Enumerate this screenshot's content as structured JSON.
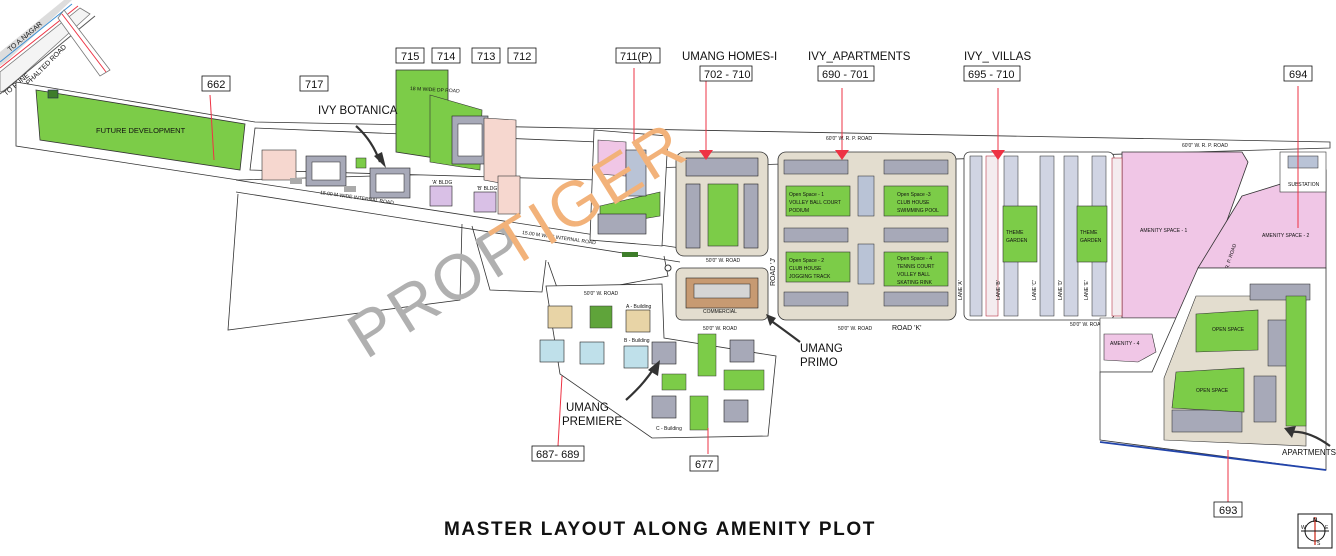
{
  "title": "MASTER  LAYOUT ALONG AMENITY PLOT",
  "watermark": {
    "part1": "PROP",
    "part2": "TIGER"
  },
  "plot_numbers": {
    "p662": "662",
    "p717": "717",
    "p715": "715",
    "p714": "714",
    "p713": "713",
    "p712": "712",
    "p711": "711(P)",
    "p702": "702 - 710",
    "p690": "690 - 701",
    "p695": "695 - 710",
    "p694": "694",
    "p687": "687- 689",
    "p677": "677",
    "p693": "693"
  },
  "projects": {
    "ivy_botanica": "IVY BOTANICA",
    "umang_homes": "UMANG HOMES-I",
    "ivy_apartments": "IVY_APARTMENTS",
    "ivy_villas": "IVY_ VILLAS",
    "umang_primo_1": "UMANG",
    "umang_primo_2": "PRIMO",
    "umang_premiere_1": "UMANG",
    "umang_premiere_2": "PREMIERE",
    "apartments": "APARTMENTS"
  },
  "areas": {
    "future_development": "FUTURE DEVELOPMENT",
    "commercial": "COMMERCIAL",
    "theme_garden_1": "THEME",
    "theme_garden_1b": "GARDEN",
    "theme_garden_2": "THEME",
    "theme_garden_2b": "GARDEN",
    "a_bldg": "'A' BLDG",
    "b_bldg": "'B' BLDG",
    "a_building": "A - Building",
    "b_building": "B - Building",
    "c_building": "C - Building",
    "open_space": "OPEN SPACE",
    "open_space_2": "OPEN SPACE",
    "substation": "SUBSTATION",
    "amenity_1": "AMENITY SPACE - 1",
    "amenity_2": "AMENITY SPACE - 2",
    "amenity_4": "AMENITY - 4"
  },
  "open_spaces": {
    "os1_a": "Open Space - 1",
    "os1_b": "VOLLEY BALL COURT",
    "os1_c": "PODIUM",
    "os2_a": "Open Space - 2",
    "os2_b": "CLUB HOUSE",
    "os2_c": "JOGGING TRACK",
    "os3_a": "Open Space -3",
    "os3_b": "CLUB HOUSE",
    "os3_c": "SWIMMING POOL",
    "os4_a": "Open Space - 4",
    "os4_b": "TENNIS COURT",
    "os4_c": "VOLLEY BALL",
    "os4_d": "SKATING RINK"
  },
  "roads": {
    "to_anagar": "TO A.NAGAR",
    "to_pune": "TO PUNE",
    "asphalted": "ASPHALTED ROAD",
    "road_j": "ROAD 'J'",
    "road_k": "ROAD 'K'",
    "lane_a": "LANE 'A'",
    "lane_b": "LANE 'B'",
    "lane_c": "LANE 'C'",
    "lane_d": "LANE 'D'",
    "lane_e": "LANE 'E'",
    "internal_1": "15.00  M WIDE INTERNAL ROAD",
    "internal_2": "15.00  M WIDE INTERNAL ROAD",
    "dp_road": "18  M WIDE DP ROAD",
    "rp_road_top": "60'0\" W. R. P. ROAD",
    "rp_road_right": "60'0\" W. R. P. ROAD",
    "w_road_1": "50'0\" W. ROAD",
    "w_road_2": "50'0\" W. ROAD",
    "w_road_3": "50'0\" W. ROAD",
    "w_road_4": "50'0\" W. ROAD",
    "w_road_5": "50'0\" W. ROAD"
  },
  "compass": {
    "n": "N",
    "e": "E",
    "w": "W",
    "s": "S"
  },
  "colors": {
    "green": "#7ccc48",
    "pink": "#f0c6e6",
    "light_pink": "#f6d7cf",
    "road": "#ffffff",
    "outline": "#222222",
    "plot_bg": "#e3ddcf",
    "building": "#a7a9b8",
    "building_blue": "#b9c3d6"
  }
}
